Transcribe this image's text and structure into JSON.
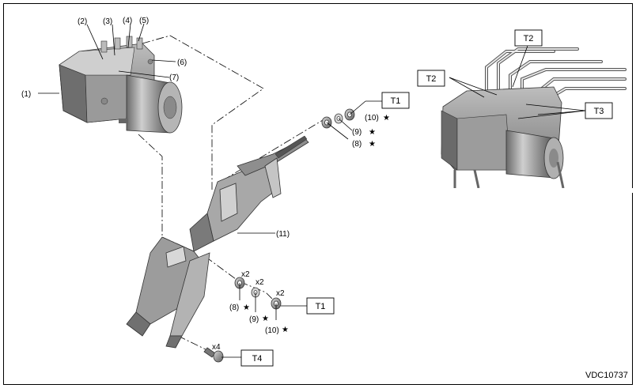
{
  "diagram": {
    "code": "VDC10737",
    "star_glyph": "★",
    "callouts": {
      "c1": "(1)",
      "c2": "(2)",
      "c3": "(3)",
      "c4": "(4)",
      "c5": "(5)",
      "c6": "(6)",
      "c7": "(7)",
      "c8": "(8)",
      "c9": "(9)",
      "c10": "(10)",
      "c11": "(11)"
    },
    "qty": {
      "q_x2": "x2",
      "q_x4": "x4"
    },
    "torque_boxes": {
      "t1": "T1",
      "t2": "T2",
      "t3": "T3",
      "t4": "T4"
    }
  }
}
